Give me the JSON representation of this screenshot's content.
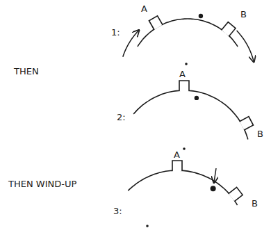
{
  "diagram": {
    "labels": [
      "A",
      "1:",
      "B",
      "THEN",
      "A",
      "2:",
      "B",
      "THEN WIND-UP",
      "3:",
      "A",
      "B"
    ]
  }
}
